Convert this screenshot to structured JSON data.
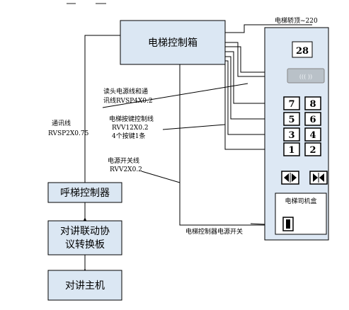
{
  "labels": {
    "control_box": "电梯控制箱",
    "car_top": "电梯轿顶~220",
    "floor_display": "28",
    "reader_line_1": "读头电源线和通",
    "reader_line_2": "讯线RVSP4X0.2",
    "button_line_1": "电梯按键控制线",
    "button_line_2": "RVV12X0.2",
    "button_line_3": "4个按键1条",
    "power_switch_line_1": "电源开关线",
    "power_switch_line_2": "RVV2X0.2",
    "comm_line_1": "通讯线",
    "comm_line_2": "RVSP2X0.75",
    "call_controller": "呼梯控制器",
    "converter_1": "对讲联动协",
    "converter_2": "议转换板",
    "intercom_host": "对讲主机",
    "operator_box": "电梯司机盒",
    "controller_power_switch": "电梯控制器电源开关",
    "card_reader_glyph": "((( ))",
    "buttons": [
      "7",
      "8",
      "5",
      "6",
      "3",
      "4",
      "1",
      "2"
    ]
  },
  "colors": {
    "box_fill": "#dbe7f3",
    "panel_fill": "#dde8f4",
    "line": "#000000"
  },
  "icons": [
    "open-door-icon",
    "close-door-icon",
    "card-reader-icon",
    "power-switch-icon"
  ]
}
